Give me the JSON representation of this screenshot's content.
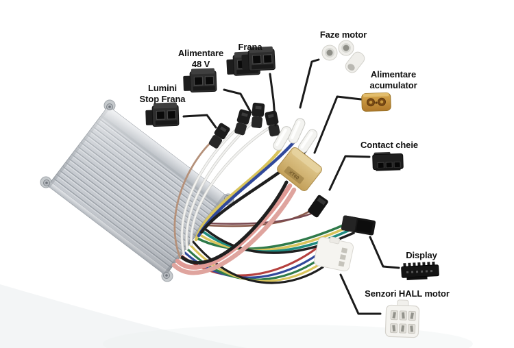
{
  "labels": {
    "lumini": {
      "line1": "Lumini",
      "line2": "Stop Frana"
    },
    "alimentare48": {
      "line1": "Alimentare",
      "line2": "48 V"
    },
    "frana": {
      "line1": "Frana"
    },
    "faze": {
      "line1": "Faze motor"
    },
    "acumulator": {
      "line1": "Alimentare",
      "line2": "acumulator"
    },
    "contact": {
      "line1": "Contact cheie"
    },
    "display": {
      "line1": "Display"
    },
    "senzori": {
      "line1": "Senzori HALL motor"
    }
  },
  "connector_marking": {
    "xt60": "XT60"
  },
  "connectors": {
    "lumini_stop_frana": "black 2-pin plug",
    "alimentare_48v": "black 2-pin plug",
    "frana": "two black 2-pin plugs",
    "faze_motor": "three white bullet connectors",
    "alimentare_acumulator": "yellow XT60 connector",
    "contact_cheie": "black 3-slot connector",
    "display": "black multi-pin connector",
    "senzori_hall_motor": "white 6-pin connector"
  },
  "colors": {
    "background": "#ffffff",
    "label_text": "#111111",
    "leader_line": "#1a1a1a",
    "controller_silver": "#c6cad0",
    "controller_groove": "#989ea5",
    "connector_black": "#232323",
    "connector_yellow": "#c99a3f",
    "connector_white": "#f4f3ef",
    "wire_pink": "#e09a95",
    "wire_yellow": "#d9c45c",
    "wire_blue": "#31499b",
    "wire_black": "#1f1f1f",
    "wire_green": "#2f7a4a",
    "wire_teal": "#1f8a80",
    "wire_white": "#f2f2f0",
    "wire_brown": "#8a5a4a",
    "wire_tan": "#b5917a",
    "wire_red": "#b5413f"
  }
}
